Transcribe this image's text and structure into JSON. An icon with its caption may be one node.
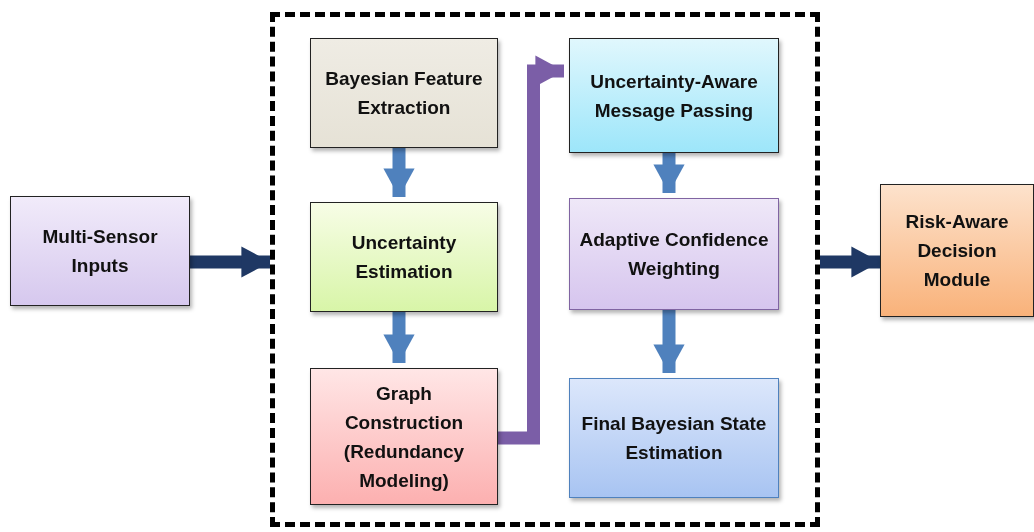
{
  "diagram": {
    "nodes": [
      {
        "text": [
          "Multi-Sensor Inputs"
        ]
      },
      {
        "text": [],
        "shape": "box"
      },
      {
        "text": [
          "Bayesian Feature Extraction"
        ],
        "in": 1
      },
      {
        "text": [
          "Uncertainty Estimation"
        ],
        "in": 1
      },
      {
        "text": [
          "Graph Construction (Redundancy Modeling)"
        ],
        "in": 1
      },
      {
        "text": [
          "Uncertainty-Aware Message Passing"
        ],
        "in": 1
      },
      {
        "text": [
          "Adaptive Confidence Weighting"
        ],
        "in": 1
      },
      {
        "text": [
          "Final Bayesian State Estimation"
        ],
        "in": 1
      },
      {
        "text": [
          "Risk-Aware Decision Module"
        ]
      }
    ],
    "edges": [
      {
        "from": 0,
        "to": 1,
        "arrow": "to",
        "color": "#1f3864"
      },
      {
        "from": 2,
        "to": 3,
        "arrow": "to"
      },
      {
        "from": 3,
        "to": 4,
        "arrow": "to"
      },
      {
        "from": 4,
        "to": 5,
        "arrow": "to",
        "color": "#7b5ea7"
      },
      {
        "from": 5,
        "to": 6,
        "arrow": "to"
      },
      {
        "from": 6,
        "to": 7,
        "arrow": "to"
      },
      {
        "from": 1,
        "to": 8,
        "arrow": "to",
        "color": "#1f3864"
      }
    ]
  }
}
